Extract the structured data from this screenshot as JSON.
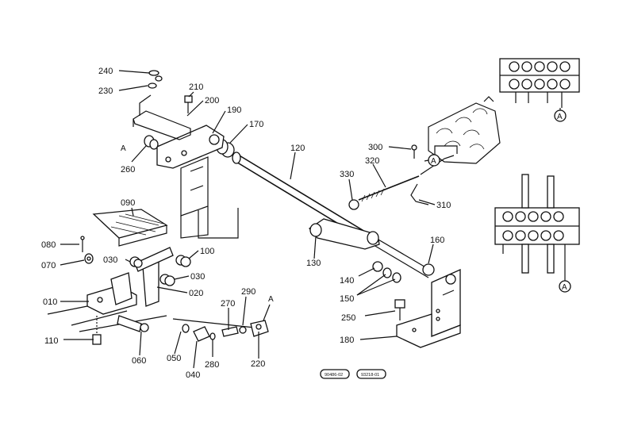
{
  "diagram": {
    "callouts": [
      {
        "id": "p240",
        "text": "240"
      },
      {
        "id": "p230",
        "text": "230"
      },
      {
        "id": "p210",
        "text": "210"
      },
      {
        "id": "p200",
        "text": "200"
      },
      {
        "id": "p190",
        "text": "190"
      },
      {
        "id": "p170",
        "text": "170"
      },
      {
        "id": "pA1",
        "text": "A"
      },
      {
        "id": "p260",
        "text": "260"
      },
      {
        "id": "p120",
        "text": "120"
      },
      {
        "id": "p300",
        "text": "300"
      },
      {
        "id": "p320",
        "text": "320"
      },
      {
        "id": "p330",
        "text": "330"
      },
      {
        "id": "p310",
        "text": "310"
      },
      {
        "id": "p090",
        "text": "090"
      },
      {
        "id": "p080",
        "text": "080"
      },
      {
        "id": "p070",
        "text": "070"
      },
      {
        "id": "p030a",
        "text": "030"
      },
      {
        "id": "p100",
        "text": "100"
      },
      {
        "id": "p030b",
        "text": "030"
      },
      {
        "id": "p010",
        "text": "010"
      },
      {
        "id": "p020",
        "text": "020"
      },
      {
        "id": "p130",
        "text": "130"
      },
      {
        "id": "p160",
        "text": "160"
      },
      {
        "id": "p140",
        "text": "140"
      },
      {
        "id": "p150",
        "text": "150"
      },
      {
        "id": "p290",
        "text": "290"
      },
      {
        "id": "p270",
        "text": "270"
      },
      {
        "id": "pA2",
        "text": "A"
      },
      {
        "id": "p250",
        "text": "250"
      },
      {
        "id": "p180",
        "text": "180"
      },
      {
        "id": "p110",
        "text": "110"
      },
      {
        "id": "p060",
        "text": "060"
      },
      {
        "id": "p050",
        "text": "050"
      },
      {
        "id": "p040",
        "text": "040"
      },
      {
        "id": "p280",
        "text": "280"
      },
      {
        "id": "p220",
        "text": "220"
      }
    ],
    "ref_circles": [
      {
        "id": "rA_valve_mid",
        "text": "A"
      },
      {
        "id": "rA_valve_top",
        "text": "A"
      },
      {
        "id": "rA_valve_bottom",
        "text": "A"
      }
    ],
    "drawing_codes": [
      {
        "id": "code1",
        "text": "90486-02"
      },
      {
        "id": "code2",
        "text": "93218-01"
      }
    ]
  }
}
